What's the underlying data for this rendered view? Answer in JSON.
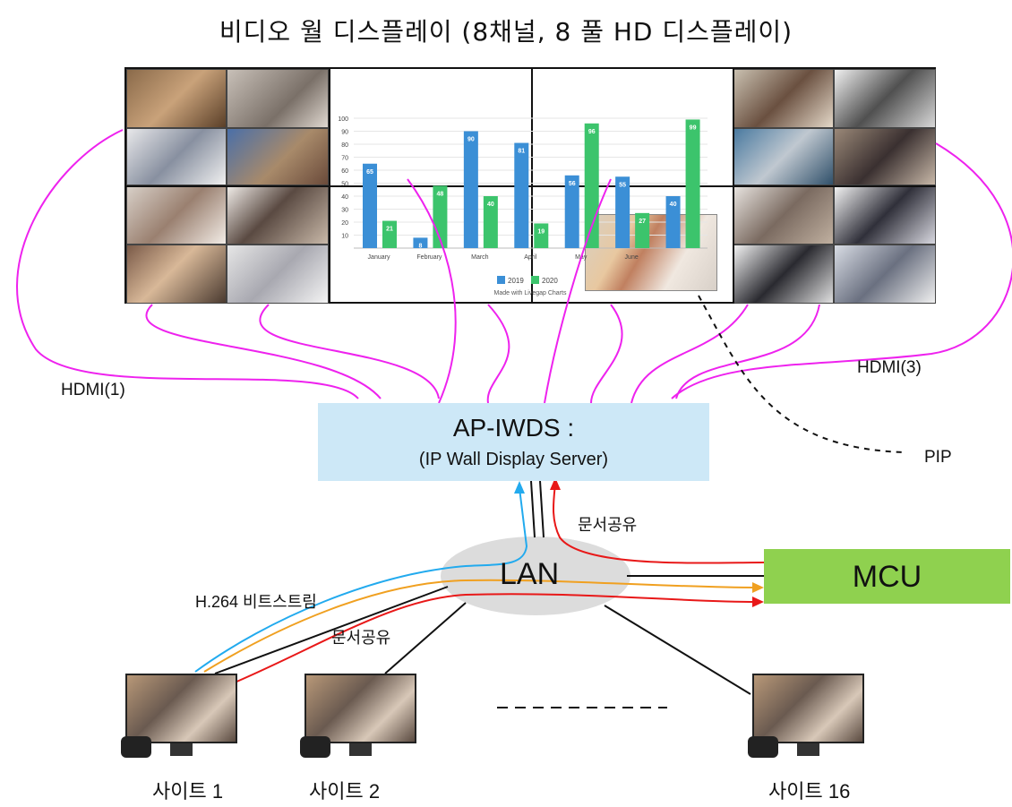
{
  "title": "비디오 월 디스플레이 (8채널, 8 풀 HD 디스플레이)",
  "server": {
    "name": "AP-IWDS :",
    "subtitle": "(IP Wall Display Server)"
  },
  "mcu": {
    "label": "MCU"
  },
  "lan": {
    "label": "LAN"
  },
  "labels": {
    "hdmi1": "HDMI(1)",
    "hdmi3": "HDMI(3)",
    "pip": "PIP",
    "doc_share_top": "문서공유",
    "doc_share_bottom": "문서공유",
    "bitstream": "H.264 비트스트림"
  },
  "sites": [
    {
      "label": "사이트 1"
    },
    {
      "label": "사이트 2"
    },
    {
      "label": "사이트 16"
    }
  ],
  "colors": {
    "hdmi_cable": "#ee22ee",
    "bitstream_blue": "#22aaee",
    "bitstream_orange": "#f0a020",
    "doc_share_red": "#e81818",
    "server_fill": "#cde8f7",
    "mcu_fill": "#8fd14f",
    "lan_fill": "#dcdcdc"
  },
  "chart_data": {
    "type": "bar",
    "categories": [
      "January",
      "February",
      "March",
      "April",
      "May",
      "June"
    ],
    "series": [
      {
        "name": "2019",
        "values": [
          65,
          8,
          90,
          81,
          56,
          55,
          40
        ]
      },
      {
        "name": "2020",
        "values": [
          21,
          48,
          40,
          19,
          96,
          27,
          99
        ]
      }
    ],
    "ylim": [
      0,
      100
    ],
    "yticks": [
      10,
      20,
      30,
      40,
      50,
      60,
      70,
      80,
      90,
      100
    ],
    "footnote": "Made with Livegap Charts",
    "colors": {
      "2019": "#3b8fd6",
      "2020": "#3cc46c"
    }
  }
}
